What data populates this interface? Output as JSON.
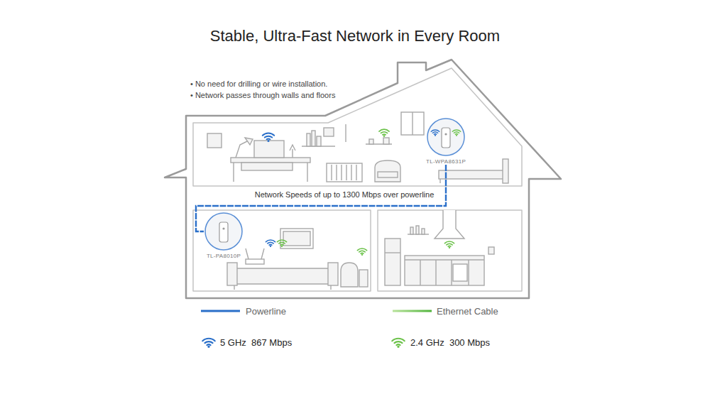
{
  "diagram": {
    "title": "Stable, Ultra-Fast Network in Every Room",
    "nodes": [
      {
        "text": [
          "TL-WPA8631P"
        ]
      },
      {
        "text": [
          "TL-PA8010P"
        ]
      }
    ],
    "edges": [
      {
        "from": 0,
        "to": 1,
        "arrow": "none",
        "label": "Network Speeds of up to 1300 Mbps over powerline"
      }
    ],
    "labels": [
      "• No need for drilling or wire installation.",
      "• Network passes through walls and floors"
    ],
    "legend": [
      {
        "text": "Powerline"
      },
      {
        "text": "Ethernet Cable"
      },
      {
        "text": "5 GHz  867 Mbps"
      },
      {
        "text": "2.4 GHz  300 Mbps"
      }
    ]
  }
}
